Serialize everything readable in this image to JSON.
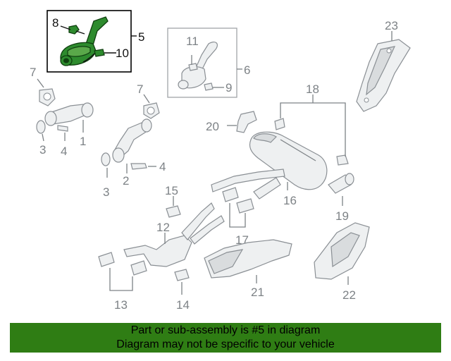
{
  "callouts": {
    "c1": "1",
    "c2": "2",
    "c3a": "3",
    "c3b": "3",
    "c4a": "4",
    "c4b": "4",
    "c5": "5",
    "c6": "6",
    "c7a": "7",
    "c7b": "7",
    "c8": "8",
    "c9": "9",
    "c10": "10",
    "c11": "11",
    "c12": "12",
    "c13": "13",
    "c14": "14",
    "c15": "15",
    "c16": "16",
    "c17": "17",
    "c18": "18",
    "c19": "19",
    "c20": "20",
    "c21": "21",
    "c22": "22",
    "c23": "23"
  },
  "banner": {
    "line1": "Part or sub-assembly is #5 in diagram",
    "line2": "Diagram may not be specific to your vehicle"
  },
  "colors": {
    "highlight": "#2e8b2e",
    "banner": "#2f7d14",
    "part_line": "#8a8f94"
  }
}
